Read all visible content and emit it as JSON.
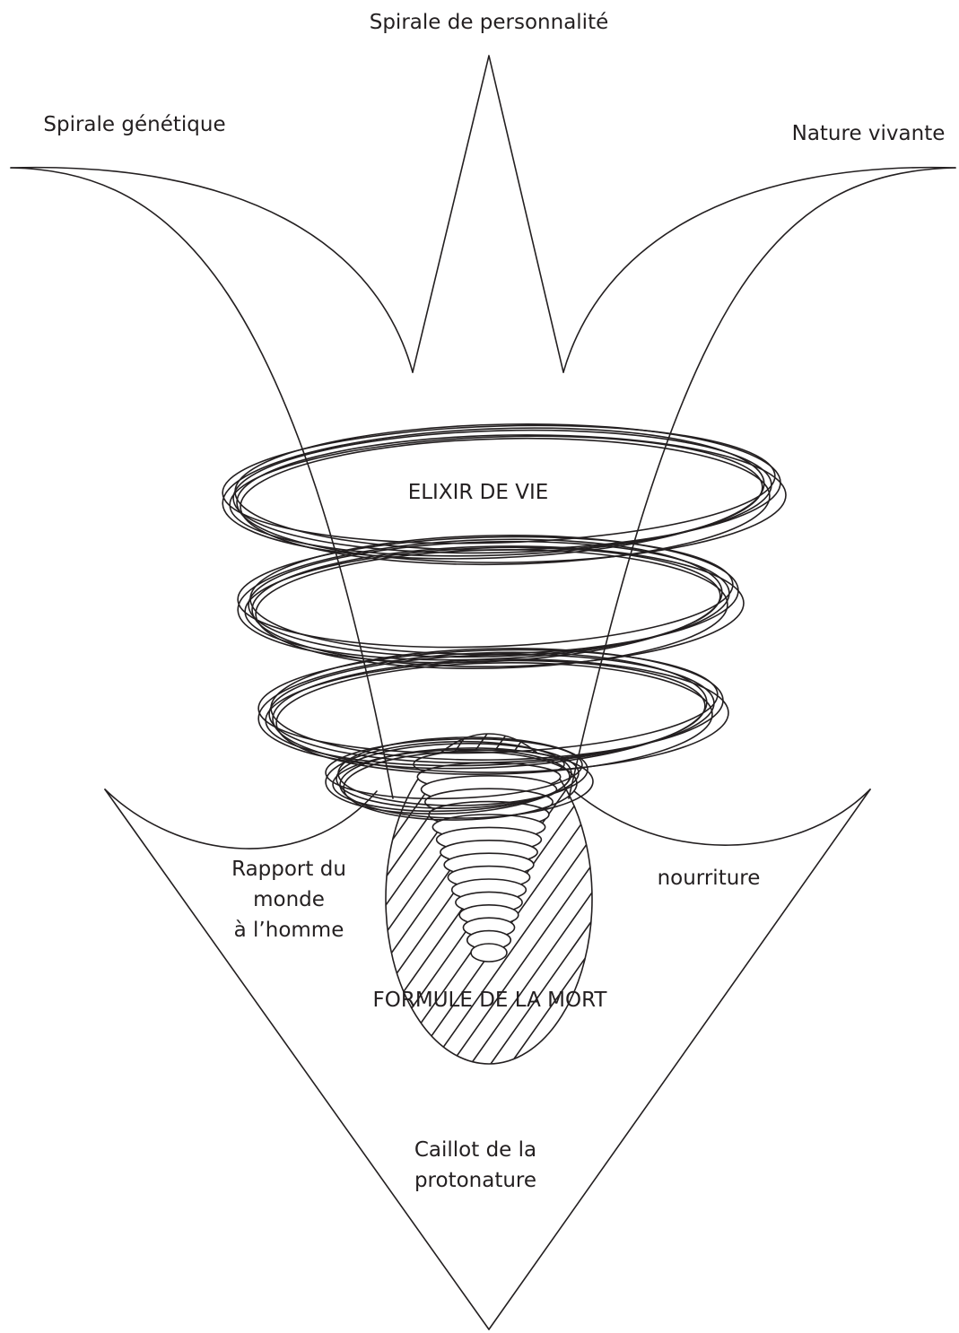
{
  "colors": {
    "ink": "#231f20",
    "background": "#ffffff"
  },
  "labels": {
    "spirale_personnalite": "Spirale de personnalité",
    "spirale_genetique": "Spirale génétique",
    "nature_vivante": "Nature vivante",
    "elixir_de_vie": "ELIXIR DE VIE",
    "rapport_line1": "Rapport du",
    "rapport_line2": "monde",
    "rapport_line3": "à l’homme",
    "nourriture": "nourriture",
    "formule_de_la_mort": "FORMULE DE LA MORT",
    "caillot_line1": "Caillot de la",
    "caillot_line2": "protonature"
  }
}
